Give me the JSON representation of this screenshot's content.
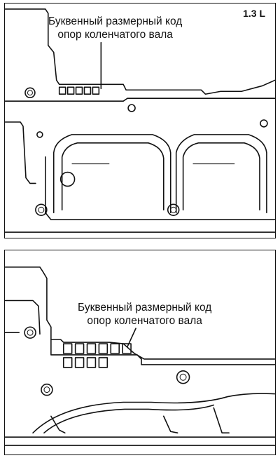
{
  "top_panel": {
    "engine_label": "1.3 L",
    "callout_line1": "Буквенный размерный код",
    "callout_line2": "опор коленчатого вала"
  },
  "bottom_panel": {
    "callout_line1": "Буквенный размерный код",
    "callout_line2": "опор коленчатого вала"
  },
  "colors": {
    "ink": "#111111",
    "paper": "#ffffff"
  }
}
